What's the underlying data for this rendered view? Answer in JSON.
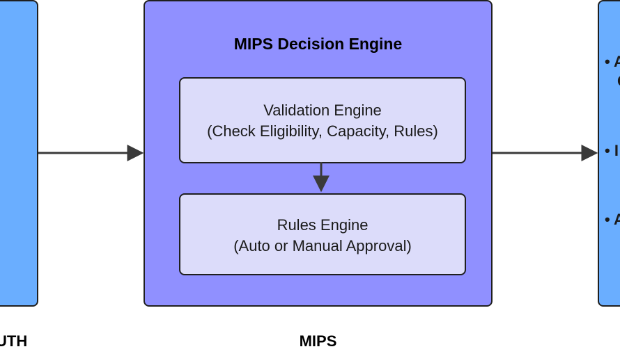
{
  "left_system": {
    "caption": "UTH"
  },
  "mips": {
    "title": "MIPS Decision Engine",
    "caption": "MIPS",
    "validation_engine": {
      "line1": "Validation Engine",
      "line2": "(Check Eligibility, Capacity, Rules)"
    },
    "rules_engine": {
      "line1": "Rules Engine",
      "line2": "(Auto or Manual Approval)"
    }
  },
  "right_system": {
    "bullets": [
      {
        "text": "• A",
        "continuation": "C"
      },
      {
        "text": "• I"
      },
      {
        "text": "• A"
      }
    ]
  },
  "colors": {
    "side_panels": "#6aaeff",
    "engine_panel": "#9090ff",
    "inner_boxes": "#dcdcfa",
    "arrows": "#3a3a3a"
  }
}
